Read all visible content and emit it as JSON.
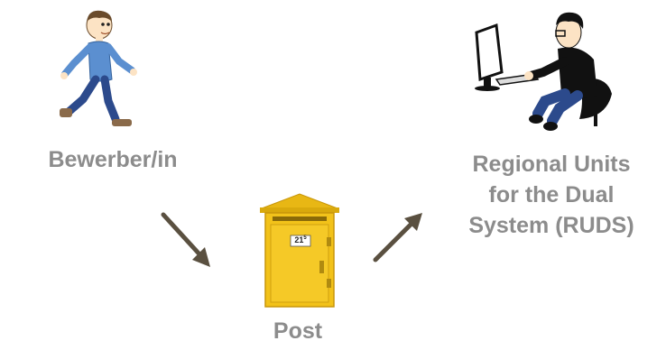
{
  "nodes": {
    "applicant": {
      "label": "Bewerber/in",
      "icon": "walking-person-icon"
    },
    "post": {
      "label": "Post",
      "icon": "mailbox-icon",
      "mailbox_number": "21",
      "mailbox_number_sup": "5"
    },
    "ruds": {
      "label_lines": [
        "Regional Units",
        "for the Dual",
        "System (RUDS)"
      ],
      "icon": "person-at-computer-icon"
    }
  },
  "edges": [
    {
      "from": "applicant",
      "to": "post"
    },
    {
      "from": "post",
      "to": "ruds"
    }
  ],
  "colors": {
    "label": "#8c8c8c",
    "arrow": "#5a5040",
    "mailbox": "#f2c21a",
    "shirt_applicant": "#5b8fd0"
  }
}
